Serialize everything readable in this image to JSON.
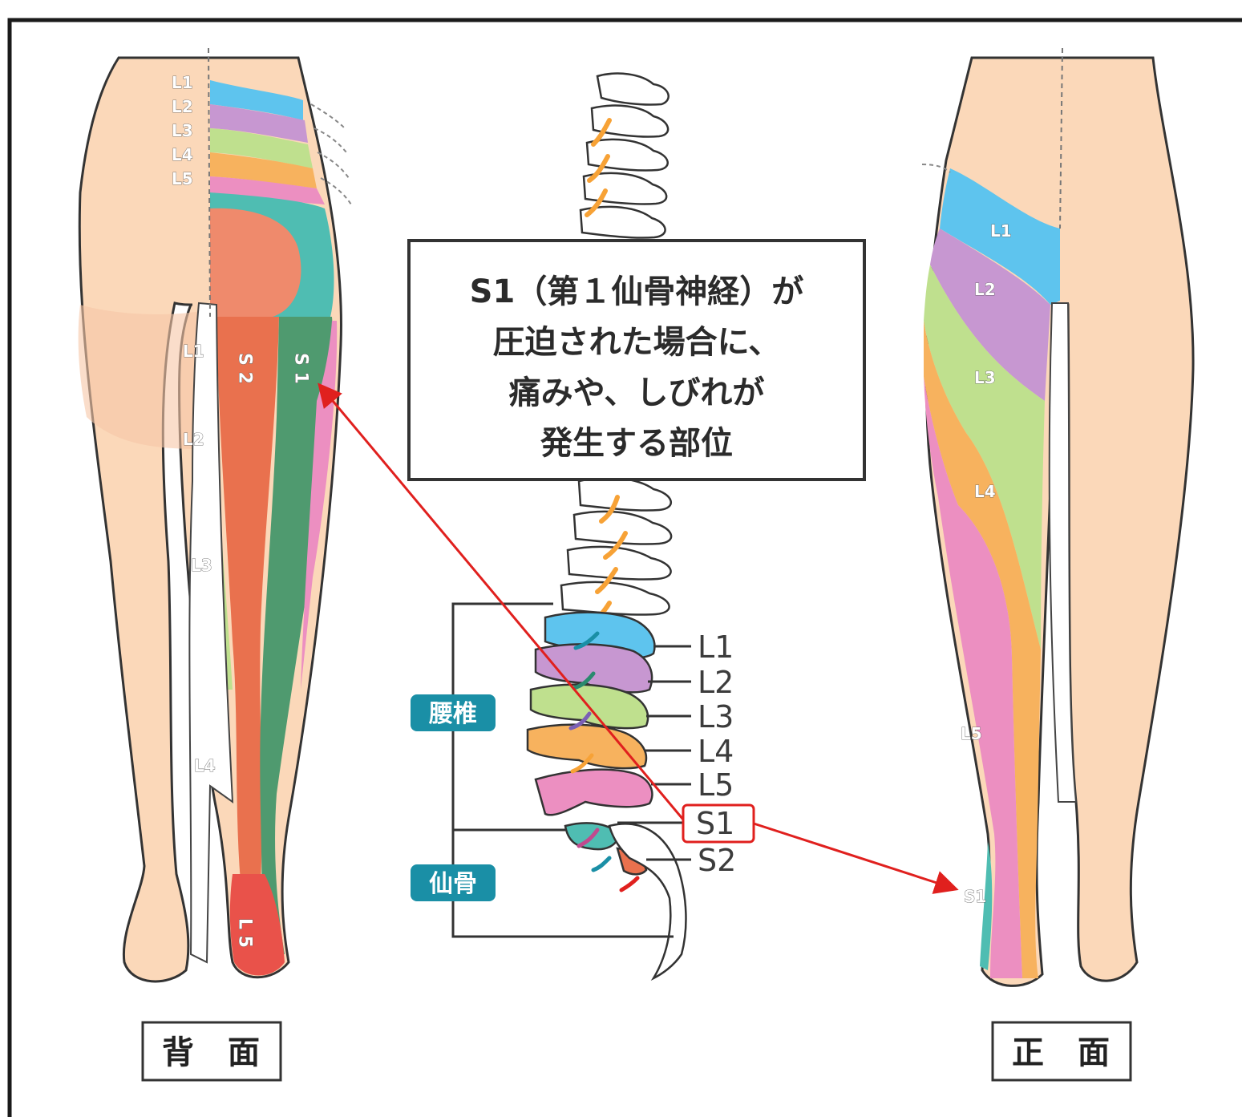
{
  "callout": {
    "lines": [
      "S1（第１仙骨神経）が",
      "圧迫された場合に、",
      "痛みや、しびれが",
      "発生する部位"
    ]
  },
  "views": {
    "back": "背 面",
    "front": "正 面"
  },
  "spine": {
    "labels": [
      "L1",
      "L2",
      "L3",
      "L4",
      "L5",
      "S1",
      "S2"
    ],
    "groups": {
      "lumbar": "腰椎",
      "sacrum": "仙骨"
    },
    "highlighted": "S1"
  },
  "back_leg": {
    "hip_labels": [
      "L1",
      "L2",
      "L3",
      "L4",
      "L5"
    ],
    "inner_labels": [
      "L1",
      "L2",
      "L3",
      "L4"
    ],
    "zone_labels": [
      "S 2",
      "S 1",
      "L 5"
    ]
  },
  "front_leg": {
    "labels": [
      "L1",
      "L2",
      "L3",
      "L4",
      "L5",
      "S1"
    ]
  },
  "colors": {
    "L1": "#5ec4ee",
    "L2": "#c797d1",
    "L3": "#bfe08e",
    "L4": "#f7b25e",
    "L5": "#ec8fc1",
    "S1": "#4f9a6f",
    "S2": "#e9714e",
    "S3": "#4fbdb2",
    "skin": "#fbd8b9",
    "arrow": "#e0201e",
    "tag": "#1a8fa6"
  }
}
